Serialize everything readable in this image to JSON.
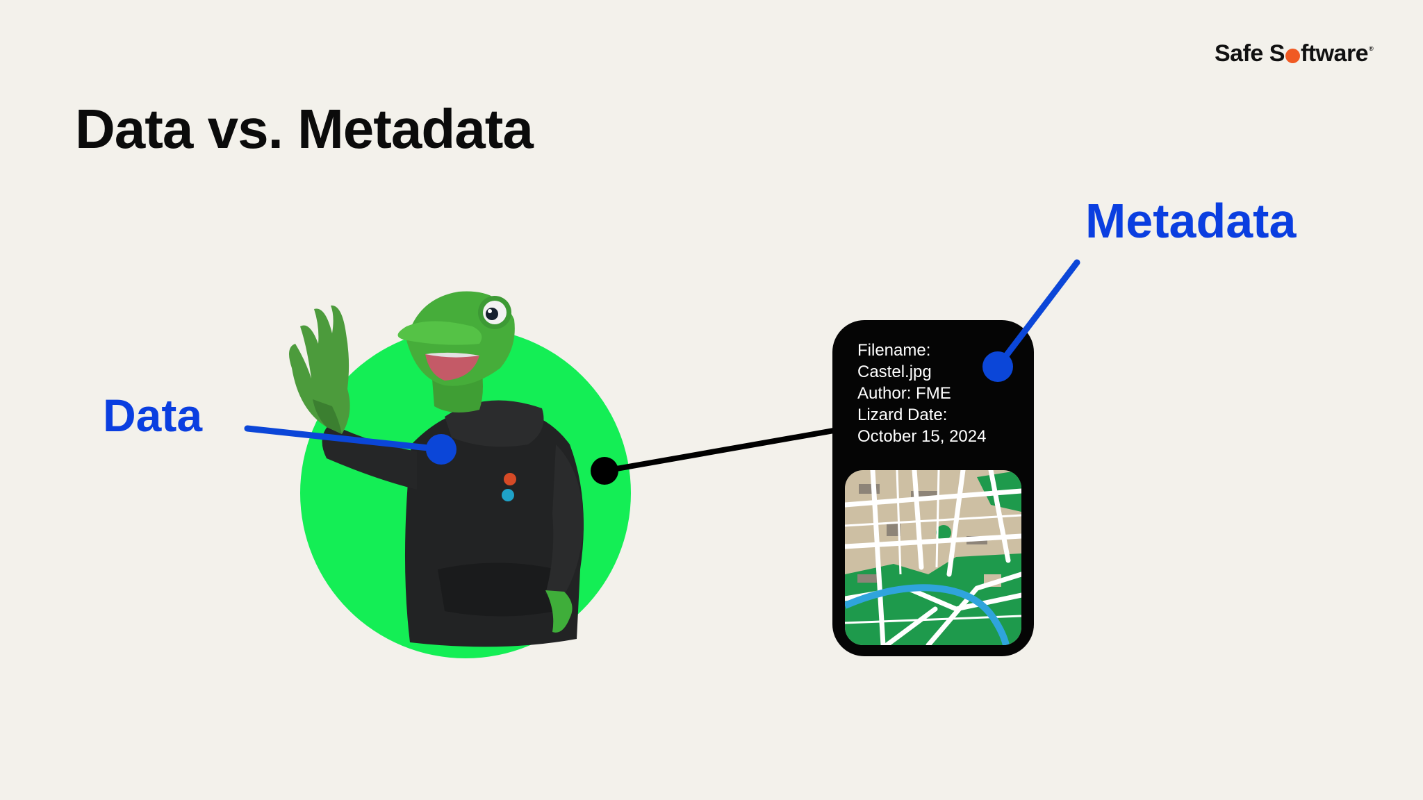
{
  "slide": {
    "title": "Data vs. Metadata",
    "background": "#f3f1eb"
  },
  "brand": {
    "logo_text_before": "Safe S",
    "logo_text_after": "ftware",
    "logo_mark": "®",
    "dot_color": "#f05a23"
  },
  "labels": {
    "data": "Data",
    "metadata": "Metadata",
    "color": "#0a3ee0"
  },
  "illustration": {
    "icon": "lizard-mascot-icon",
    "circle_color": "#14ee55"
  },
  "metadata_card": {
    "lines": [
      "Filename:",
      "Castel.jpg",
      "Author: FME",
      "Lizard Date:",
      "October 15, 2024"
    ],
    "map_icon": "city-map-icon"
  },
  "colors": {
    "pointer_blue": "#0b46d8",
    "connector_black": "#000000"
  }
}
